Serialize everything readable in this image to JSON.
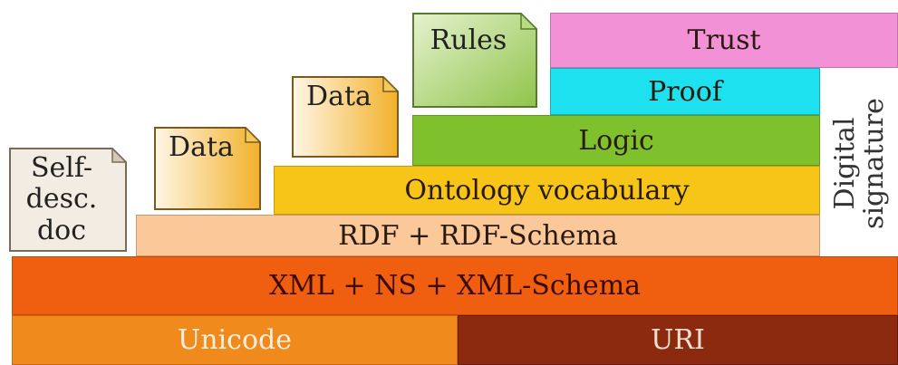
{
  "title": "",
  "layers": {
    "unicode": "Unicode",
    "uri": "URI",
    "xml": "XML + NS + XML-Schema",
    "rdf": "RDF + RDF-Schema",
    "ontology": "Ontology vocabulary",
    "logic": "Logic",
    "proof": "Proof",
    "trust": "Trust"
  },
  "documents": {
    "selfdesc": "Self-\ndesc.\ndoc",
    "data1": "Data",
    "data2": "Data",
    "rules": "Rules"
  },
  "side": {
    "digital_signature": "Digital\nsignature"
  },
  "colors": {
    "unicode": "#f08a1c",
    "uri": "#8c2a10",
    "xml": "#ef5f0f",
    "rdf": "#fbc89a",
    "ontology": "#f7c518",
    "logic": "#7fc02d",
    "proof": "#1ee1f0",
    "trust": "#f291d6"
  }
}
